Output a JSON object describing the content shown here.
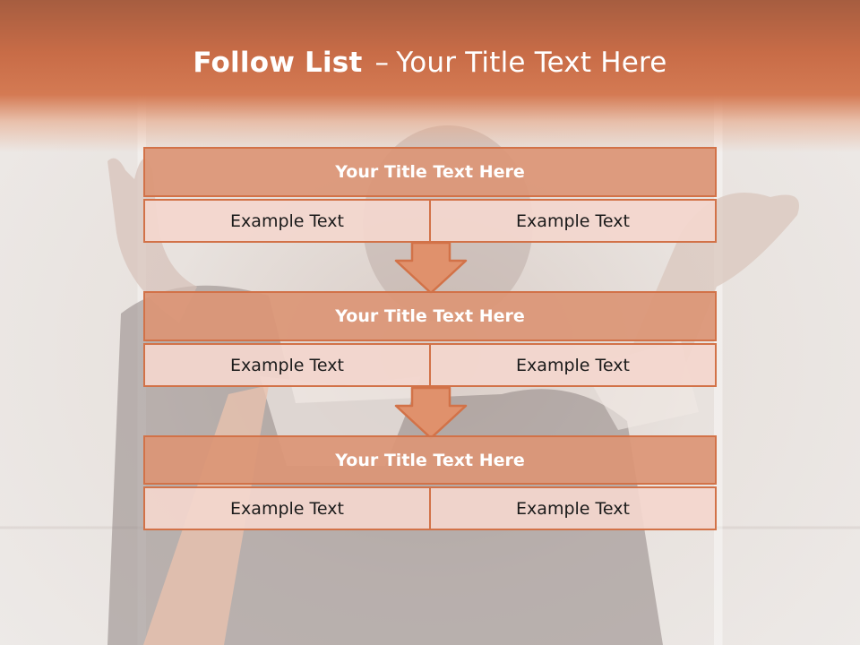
{
  "header": {
    "bold_text": "Follow List",
    "dash": "–",
    "title_text": "Your Title Text Here"
  },
  "blocks": [
    {
      "title": "Your Title Text Here",
      "left": "Example Text",
      "right": "Example Text"
    },
    {
      "title": "Your Title Text Here",
      "left": "Example Text",
      "right": "Example Text"
    },
    {
      "title": "Your Title Text Here",
      "left": "Example Text",
      "right": "Example Text"
    }
  ],
  "colors": {
    "accent": "#d27248",
    "title_fill": "#dc9676",
    "cell_fill": "#f3d6cd",
    "header_band": "#c86c47"
  }
}
